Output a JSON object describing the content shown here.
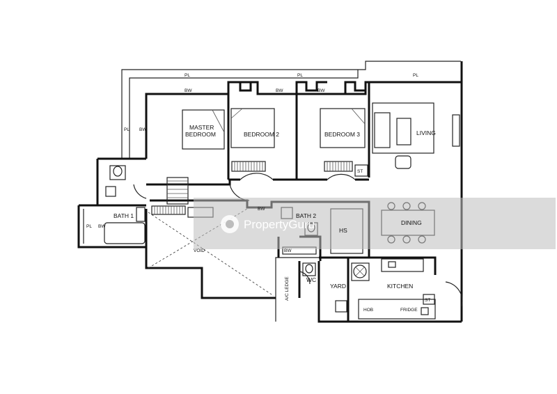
{
  "rooms": {
    "master_bedroom_line1": "MASTER",
    "master_bedroom_line2": "BEDROOM",
    "bedroom2": "BEDROOM 2",
    "bedroom3": "BEDROOM 3",
    "living": "LIVING",
    "dining": "DINING",
    "bath1": "BATH 1",
    "bath2": "BATH 2",
    "hs": "HS",
    "wc": "WC",
    "yard": "YARD",
    "kitchen": "KITCHEN",
    "void": "VOID"
  },
  "labels": {
    "pl": "PL",
    "bw": "BW",
    "st": "ST",
    "ac_ledge": "A/C LEDGE",
    "hob": "HOB",
    "fridge": "FRIDGE"
  },
  "watermark": {
    "text": "PropertyGuru"
  }
}
